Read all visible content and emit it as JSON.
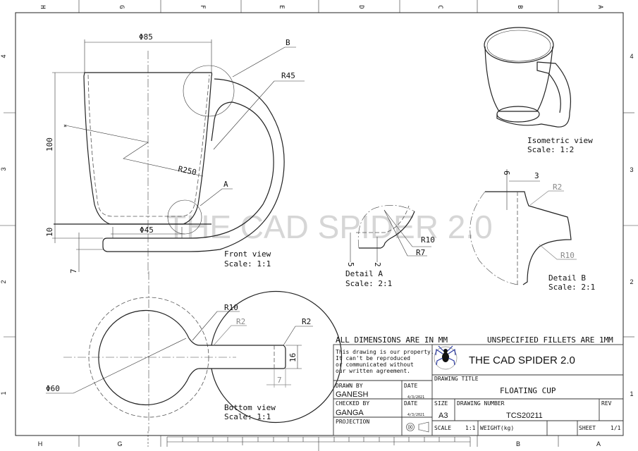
{
  "sheet": {
    "zone_columns_top": [
      "H",
      "G",
      "F",
      "E",
      "D",
      "C",
      "B",
      "A"
    ],
    "zone_columns_bottom": [
      "H",
      "G",
      "B",
      "A"
    ],
    "zone_rows_left": [
      "4",
      "3",
      "2",
      "1"
    ],
    "zone_rows_right": [
      "4",
      "3",
      "2",
      "1"
    ],
    "watermark": "THE CAD SPIDER 2.0"
  },
  "notes": {
    "dimensions": "ALL DIMENSIONS ARE IN MM",
    "fillets": "UNSPECIFIED FILLETS ARE 1MM"
  },
  "views": {
    "front": {
      "label": "Front view",
      "scale": "Scale:  1:1",
      "dims": {
        "top_diameter": "Φ85",
        "bottom_diameter": "Φ45",
        "height": "100",
        "base_height": "10",
        "saucer_thickness": "7",
        "body_radius": "R250",
        "handle_radius": "R45",
        "detail_a_callout": "A",
        "detail_b_callout": "B"
      }
    },
    "isometric": {
      "label": "Isometric view",
      "scale": "Scale:  1:2"
    },
    "detail_a": {
      "label": "Detail A",
      "scale": "Scale:  2:1",
      "dims": {
        "r_outer": "R10",
        "r_inner": "R7",
        "height_5": "5",
        "height_2": "2"
      }
    },
    "detail_b": {
      "label": "Detail B",
      "scale": "Scale:  2:1",
      "dims": {
        "depth": "6",
        "width": "3",
        "r_small": "R2",
        "r_large": "R10"
      }
    },
    "bottom": {
      "label": "Bottom view",
      "scale": "Scale:  1:1",
      "dims": {
        "diameter": "Φ60",
        "r10": "R10",
        "r2_grey": "R2",
        "r2_end": "R2",
        "width": "16",
        "end_len": "7"
      }
    }
  },
  "title_block": {
    "disclaimer": [
      "This drawing is our property.",
      "It can't be reproduced",
      "or communicated without",
      "our written agreement."
    ],
    "company": "THE CAD SPIDER 2.0",
    "logo_icon": "spider-logo",
    "drawing_title_label": "DRAWING TITLE",
    "drawing_title": "FLOATING CUP",
    "drawn_by_label": "DRAWN BY",
    "drawn_by": "GANESH",
    "drawn_date_label": "DATE",
    "drawn_date": "4/3/2021",
    "checked_by_label": "CHECKED BY",
    "checked_by": "GANGA",
    "checked_date_label": "DATE",
    "checked_date": "4/3/2021",
    "projection_label": "PROJECTION",
    "projection_icon": "first-angle-projection-symbol",
    "size_label": "SIZE",
    "size": "A3",
    "drawing_number_label": "DRAWING NUMBER",
    "drawing_number": "TCS20211",
    "rev_label": "REV",
    "rev": "",
    "scale_label": "SCALE",
    "scale": "1:1",
    "weight_label": "WEIGHT(kg)",
    "weight": "",
    "sheet_label": "SHEET",
    "sheet": "1/1"
  }
}
